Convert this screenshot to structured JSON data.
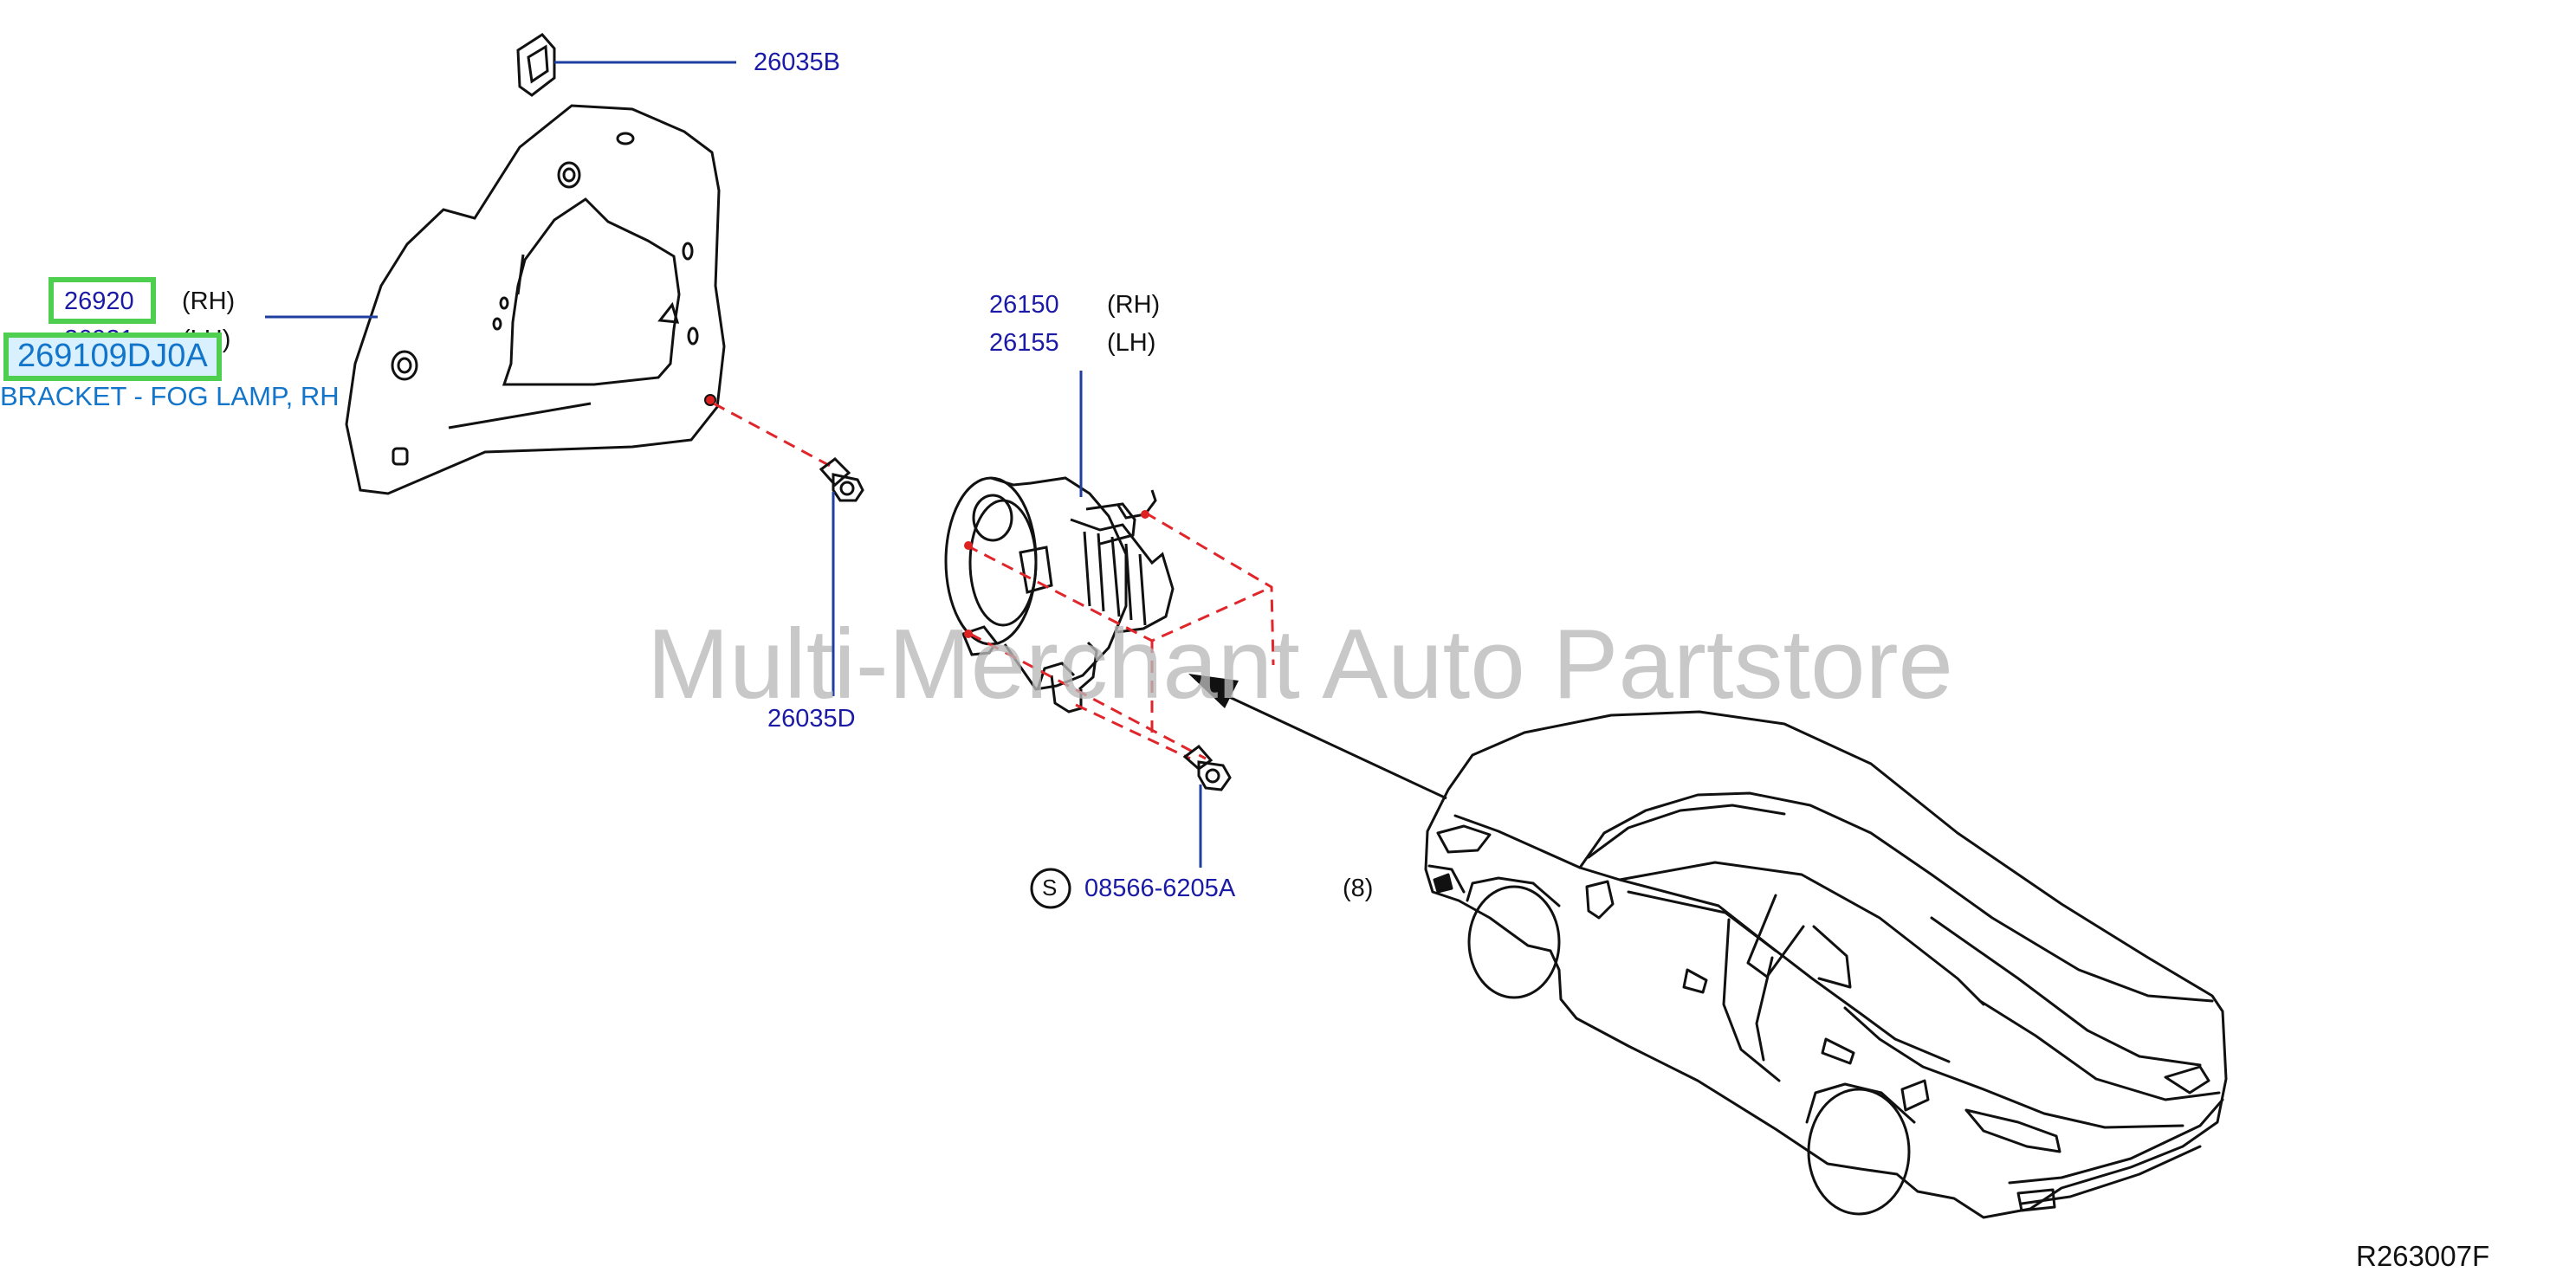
{
  "callouts": {
    "clip_top": "26035B",
    "bracket_rh": "26920",
    "bracket_rh_side": "(RH)",
    "bracket_lh": "26921",
    "bracket_lh_side": "(LH)",
    "fog_lamp_rh": "26150",
    "fog_lamp_rh_side": "(RH)",
    "fog_lamp_lh": "26155",
    "fog_lamp_lh_side": "(LH)",
    "clip_lower": "26035D",
    "screw_symbol": "S",
    "screw": "08566-6205A",
    "screw_qty": "(8)"
  },
  "selected_part": {
    "part_number": "269109DJ0A",
    "description": "BRACKET - FOG LAMP, RH"
  },
  "watermark": "Multi-Merchant Auto Partstore",
  "drawing_id": "R263007F",
  "colors": {
    "callout_text": "#1a1aa6",
    "leader_line": "#1f3fa0",
    "dashed_guide": "#e0262b",
    "highlight": "#4fcf4f",
    "tag_bg": "#d9f1ff",
    "tag_text": "#1275c9"
  }
}
